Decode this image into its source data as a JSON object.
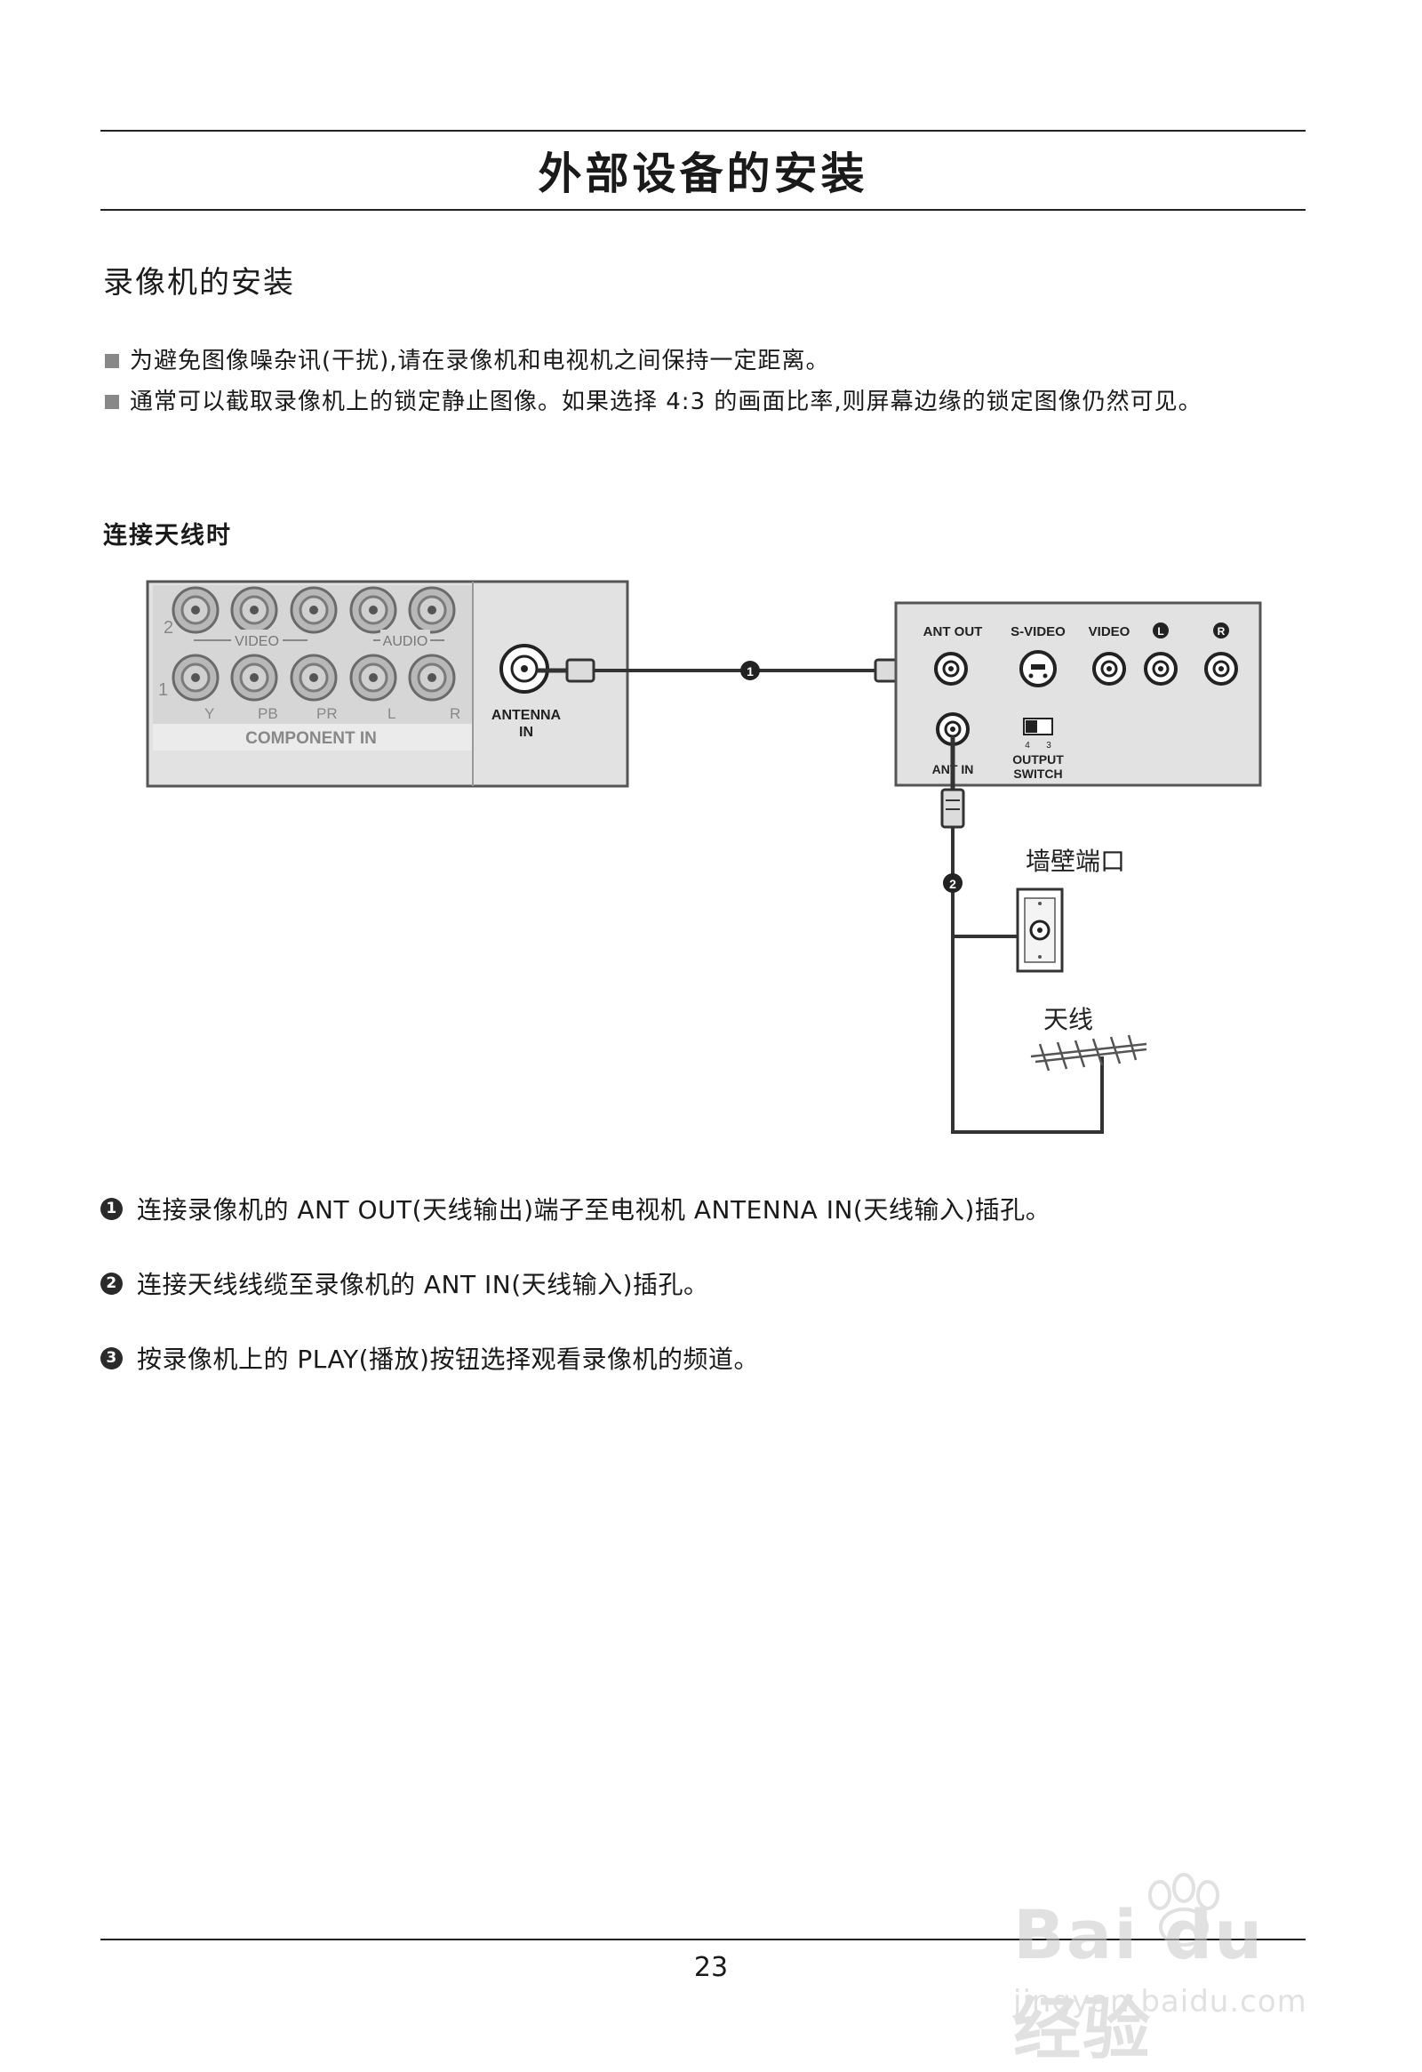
{
  "page": {
    "title": "外部设备的安装",
    "section_title": "录像机的安装",
    "bullets": [
      "为避免图像噪杂讯(干扰),请在录像机和电视机之间保持一定距离。",
      "通常可以截取录像机上的锁定静止图像。如果选择 4:3 的画面比率,则屏幕边缘的锁定图像仍然可见。"
    ],
    "subsection_title": "连接天线时",
    "page_number": "23"
  },
  "diagram": {
    "tv_panel": {
      "row_label_top": "2",
      "row_label_bottom": "1",
      "video_group": "VIDEO",
      "audio_group": "AUDIO",
      "jack_labels": [
        "Y",
        "PB",
        "PR",
        "L",
        "R"
      ],
      "component_label": "COMPONENT IN",
      "antenna_label_line1": "ANTENNA",
      "antenna_label_line2": "IN"
    },
    "vcr_panel": {
      "ant_out": "ANT OUT",
      "s_video": "S-VIDEO",
      "video": "VIDEO",
      "left_badge": "L",
      "right_badge": "R",
      "ant_in": "ANT IN",
      "switch_left": "4",
      "switch_right": "3",
      "output_line1": "OUTPUT",
      "output_line2": "SWITCH"
    },
    "markers": [
      "1",
      "2"
    ],
    "wall_jack_label": "墙壁端口",
    "antenna_label": "天线"
  },
  "steps": [
    {
      "num": "1",
      "text": "连接录像机的 ANT OUT(天线输出)端子至电视机 ANTENNA IN(天线输入)插孔。"
    },
    {
      "num": "2",
      "text": "连接天线线缆至录像机的 ANT IN(天线输入)插孔。"
    },
    {
      "num": "3",
      "text": "按录像机上的 PLAY(播放)按钮选择观看录像机的频道。"
    }
  ],
  "watermark": {
    "main": "Bai du 经验",
    "sub": "jingyan.baidu.com"
  },
  "colors": {
    "panel_fill": "#e4e4e4",
    "panel_border": "#4a4a4a",
    "cable": "#333333",
    "text": "#1a1a1a"
  }
}
